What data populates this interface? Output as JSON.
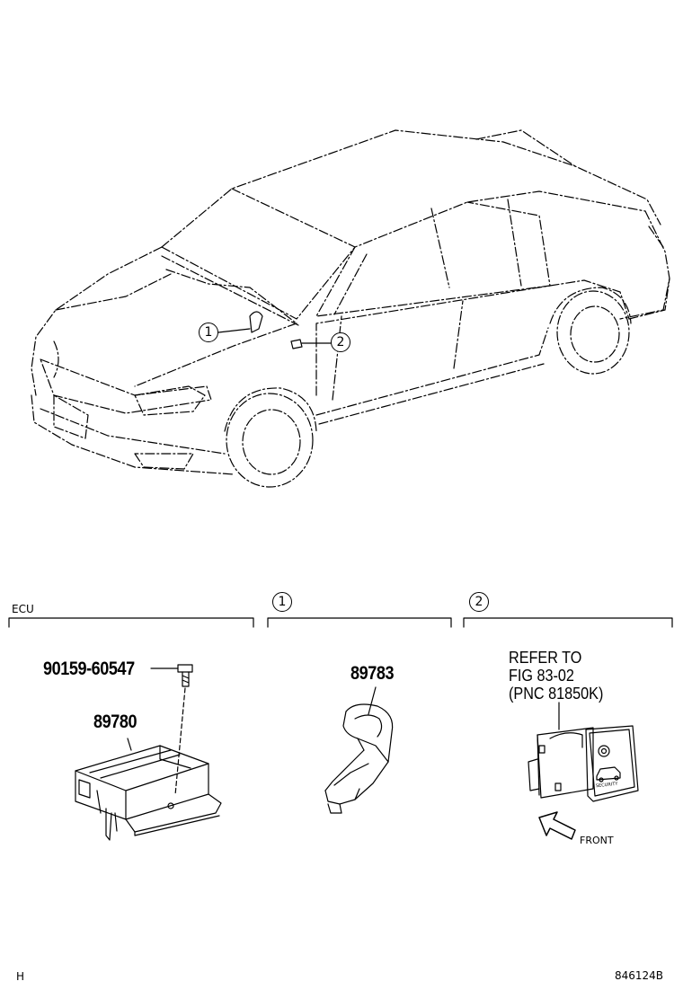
{
  "callouts": {
    "one": "1",
    "two": "2"
  },
  "sections": {
    "ecu": {
      "label": "ECU"
    },
    "one": {
      "marker": "1"
    },
    "two": {
      "marker": "2"
    }
  },
  "parts": {
    "screw": "90159-60547",
    "ecu": "89780",
    "sensor": "89783"
  },
  "reference": {
    "line1": "REFER TO",
    "line2": "FIG 83-02",
    "line3": "(PNC 81850K)"
  },
  "switch_face_text": "SECURITY",
  "front_label": "FRONT",
  "footer": {
    "left": "H",
    "right": "846124B"
  }
}
